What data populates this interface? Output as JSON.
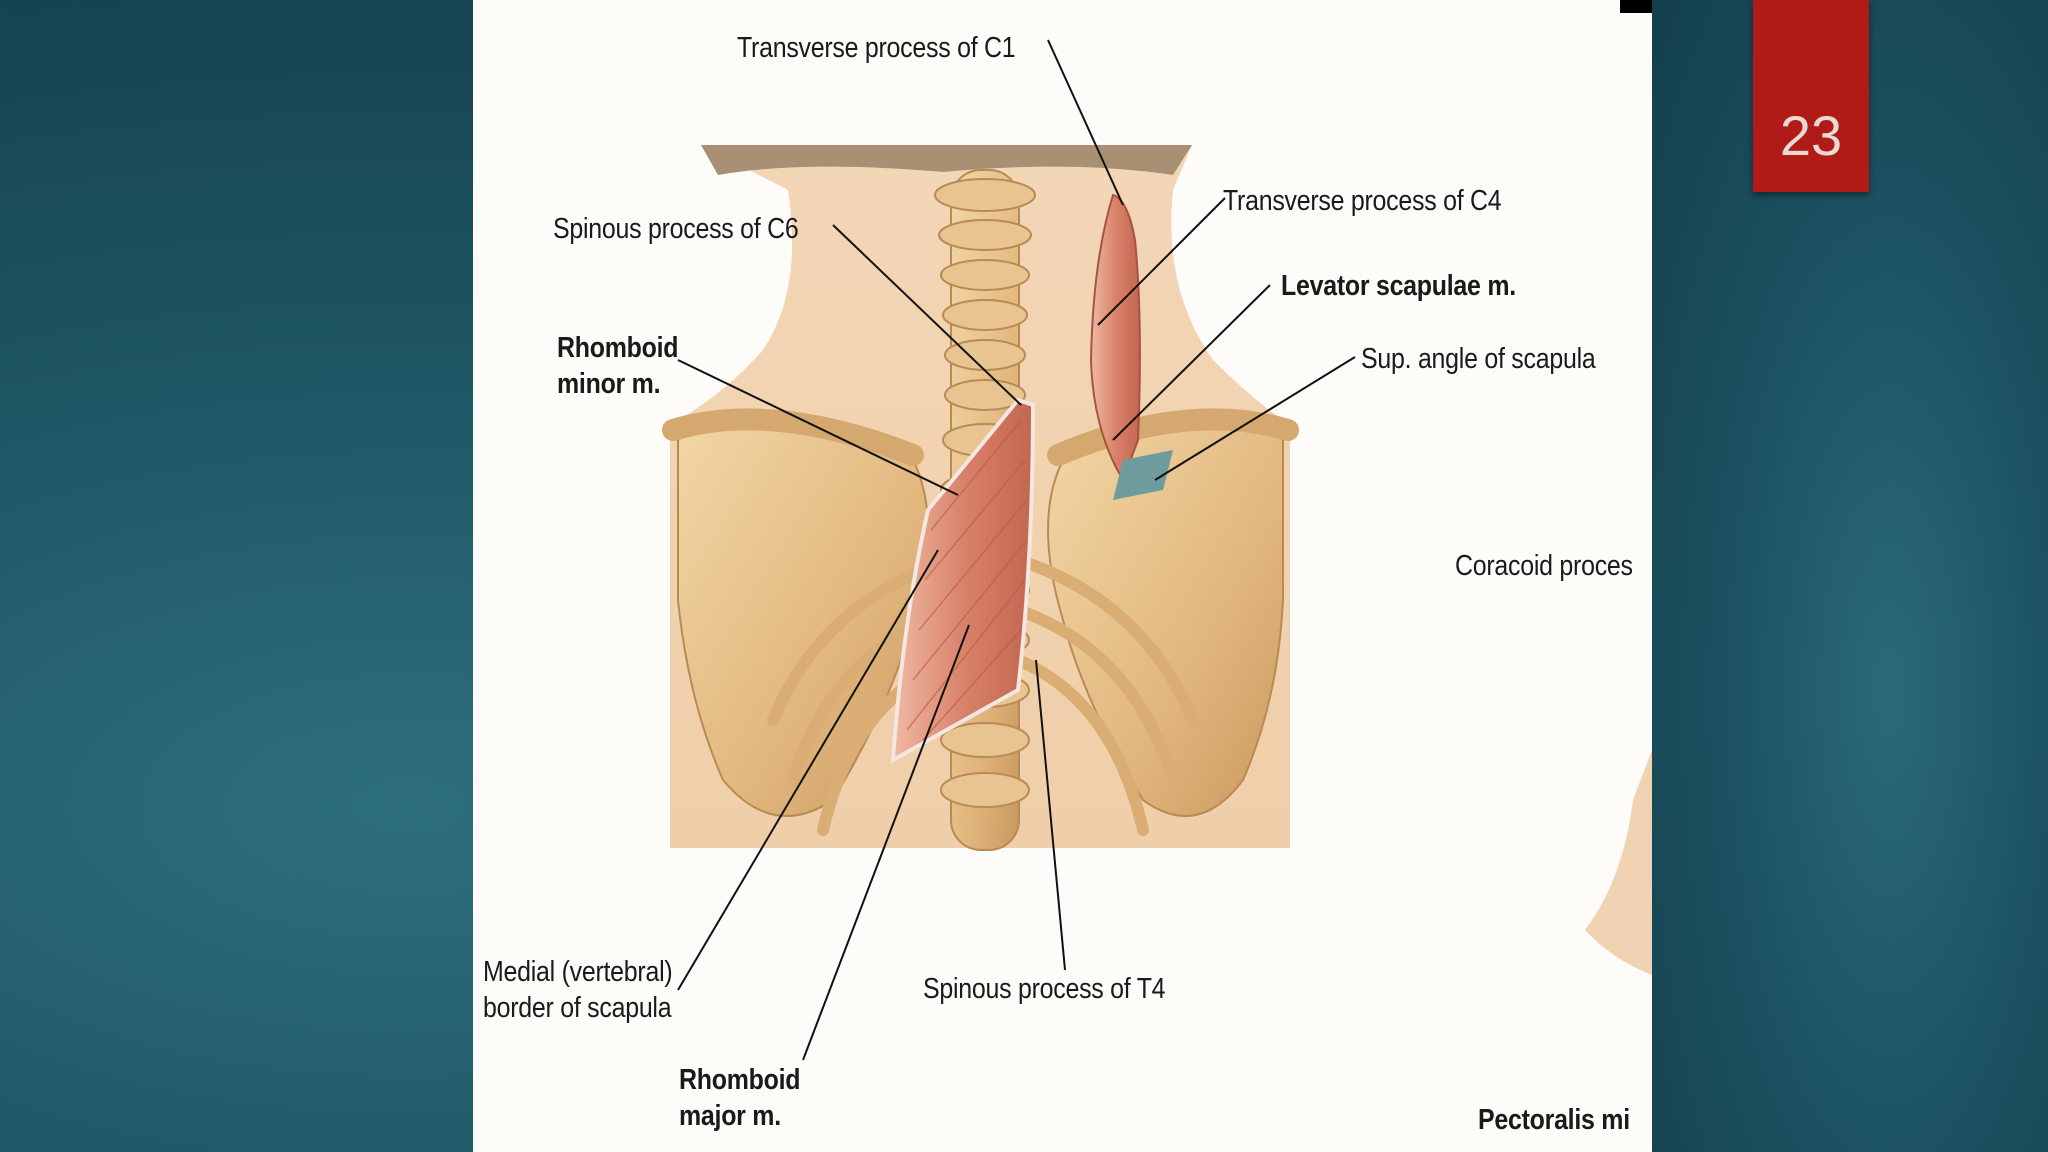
{
  "slide": {
    "page_number": "23"
  },
  "labels": {
    "transverse_c1": "Transverse process of C1",
    "spinous_c6": "Spinous process of C6",
    "transverse_c4": "Transverse process of C4",
    "levator": "Levator scapulae m.",
    "sup_angle": "Sup. angle of scapula",
    "rhomboid_minor": "Rhomboid\nminor m.",
    "coracoid": "Coracoid proces",
    "medial_border": "Medial (vertebral)\nborder of scapula",
    "spinous_t4": "Spinous process of T4",
    "rhomboid_major": "Rhomboid\nmajor m.",
    "pectoralis": "Pectoralis mi"
  },
  "colors": {
    "background": "#1f5866",
    "badge": "#b01b17",
    "bone": "#e9c48f",
    "muscle": "#d9826a"
  }
}
